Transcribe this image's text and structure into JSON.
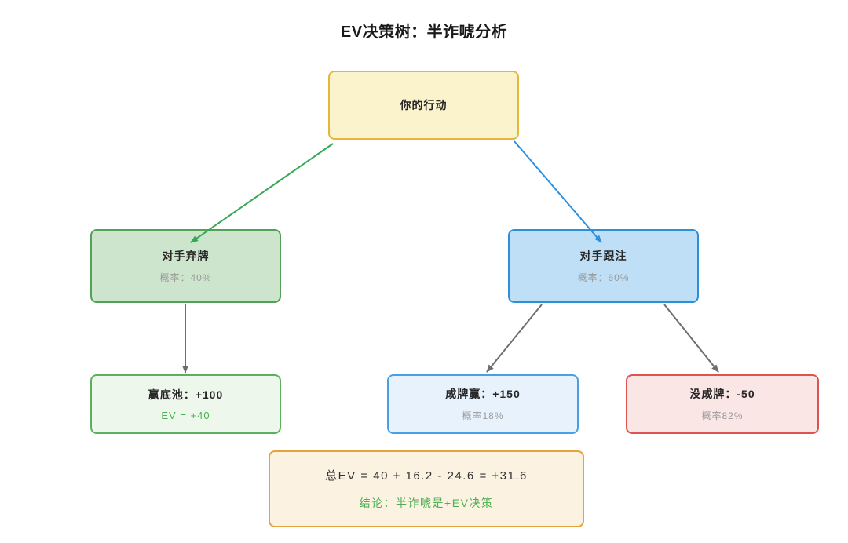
{
  "diagram": {
    "title": "EV决策树：半诈唬分析",
    "nodes": {
      "root": {
        "label": "你的行动"
      },
      "fold": {
        "label": "对手弃牌",
        "probability": "概率：40%"
      },
      "call": {
        "label": "对手跟注",
        "probability": "概率：60%"
      },
      "winPot": {
        "label": "赢底池：+100",
        "ev": "EV = +40"
      },
      "madeHand": {
        "label": "成牌赢：+150",
        "probability": "概率18%"
      },
      "missedHand": {
        "label": "没成牌：-50",
        "probability": "概率82%"
      },
      "summary": {
        "formula": "总EV = 40 + 16.2 - 24.6 = +31.6",
        "conclusion": "结论：半诈唬是+EV决策"
      }
    },
    "edges": [
      {
        "from": "root",
        "to": "fold",
        "color": "#34a853"
      },
      {
        "from": "root",
        "to": "call",
        "color": "#2b90e0"
      },
      {
        "from": "fold",
        "to": "winPot",
        "color": "#6e6e6e"
      },
      {
        "from": "call",
        "to": "madeHand",
        "color": "#6e6e6e"
      },
      {
        "from": "call",
        "to": "missedHand",
        "color": "#6e6e6e"
      }
    ],
    "colors": {
      "root_fill": "#fbf3cc",
      "root_border": "#e7b43c",
      "fold_fill": "#cee5cd",
      "fold_border": "#52a157",
      "call_fill": "#bedff5",
      "call_border": "#2b90d9",
      "winpot_fill": "#edf7ec",
      "winpot_border": "#5bb05f",
      "made_fill": "#e7f2fc",
      "made_border": "#47a0e6",
      "missed_fill": "#fbe6e6",
      "missed_border": "#dd5350",
      "summary_fill": "#fcf2e2",
      "summary_border": "#e8a33b",
      "ev_text": "#4caf50",
      "probability_text": "#999999"
    }
  }
}
